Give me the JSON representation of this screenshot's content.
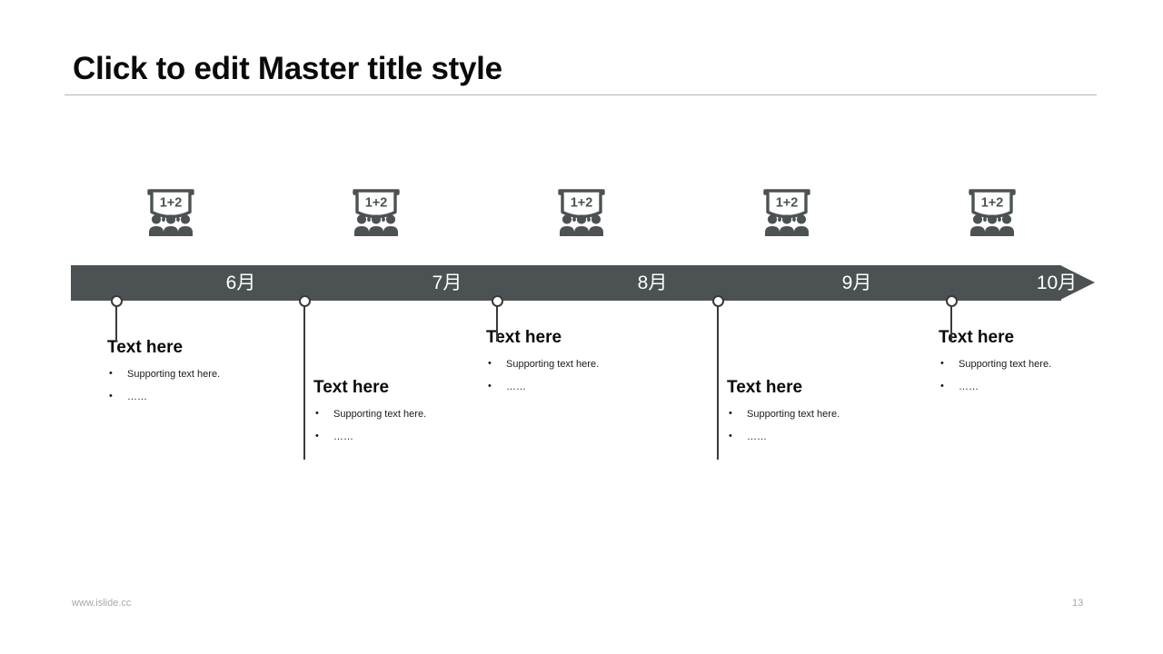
{
  "slide": {
    "title": "Click to edit Master title style",
    "accent_color": "#4c5253",
    "marker_color": "#3a3a3a",
    "title_color": "#0a0a0a"
  },
  "timeline": {
    "milestones": [
      {
        "month_label": "6月",
        "icon_name": "classroom-board-icon",
        "icon_text": "1+2",
        "heading": "Text here",
        "bullets": [
          "Supporting text here.",
          "……"
        ]
      },
      {
        "month_label": "7月",
        "icon_name": "classroom-board-icon",
        "icon_text": "1+2",
        "heading": "Text here",
        "bullets": [
          "Supporting text here.",
          "……"
        ]
      },
      {
        "month_label": "8月",
        "icon_name": "classroom-board-icon",
        "icon_text": "1+2",
        "heading": "Text here",
        "bullets": [
          "Supporting text here.",
          "……"
        ]
      },
      {
        "month_label": "9月",
        "icon_name": "classroom-board-icon",
        "icon_text": "1+2",
        "heading": "Text here",
        "bullets": [
          "Supporting text here.",
          "……"
        ]
      },
      {
        "month_label": "10月",
        "icon_name": "classroom-board-icon",
        "icon_text": "1+2",
        "heading": "Text here",
        "bullets": [
          "Supporting text here.",
          "……"
        ]
      }
    ]
  },
  "footer": {
    "url": "www.islide.cc",
    "page_number": "13"
  }
}
